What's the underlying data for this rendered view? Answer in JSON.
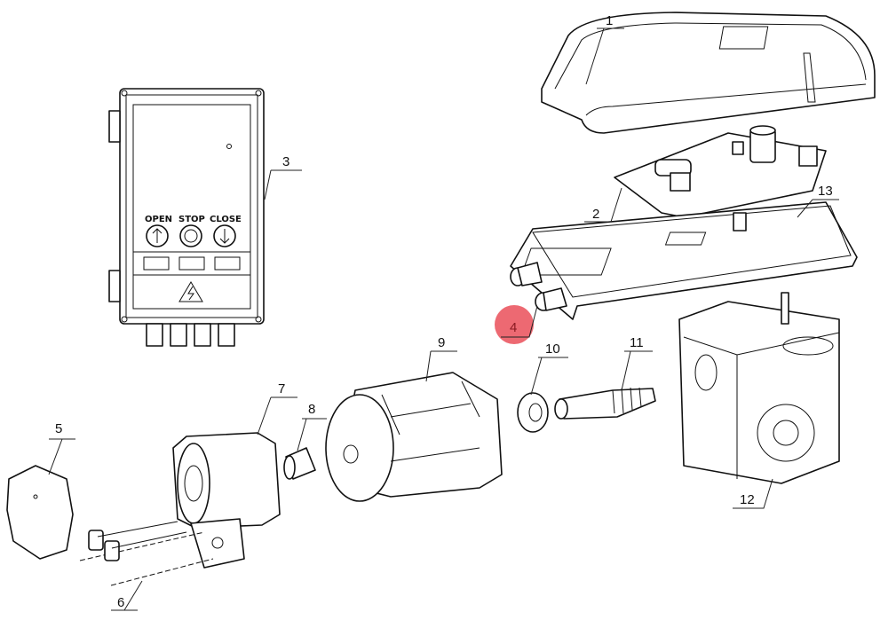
{
  "diagram": {
    "type": "exploded parts view",
    "callouts": [
      {
        "id": "1",
        "label": "1"
      },
      {
        "id": "2",
        "label": "2"
      },
      {
        "id": "3",
        "label": "3"
      },
      {
        "id": "4",
        "label": "4"
      },
      {
        "id": "5",
        "label": "5"
      },
      {
        "id": "6",
        "label": "6"
      },
      {
        "id": "7",
        "label": "7"
      },
      {
        "id": "8",
        "label": "8"
      },
      {
        "id": "9",
        "label": "9"
      },
      {
        "id": "10",
        "label": "10"
      },
      {
        "id": "11",
        "label": "11"
      },
      {
        "id": "12",
        "label": "12"
      },
      {
        "id": "13",
        "label": "13"
      }
    ],
    "control_box": {
      "buttons": [
        "OPEN",
        "STOP",
        "CLOSE"
      ]
    },
    "highlight": {
      "callout": "4",
      "color": "#e8434f"
    }
  }
}
